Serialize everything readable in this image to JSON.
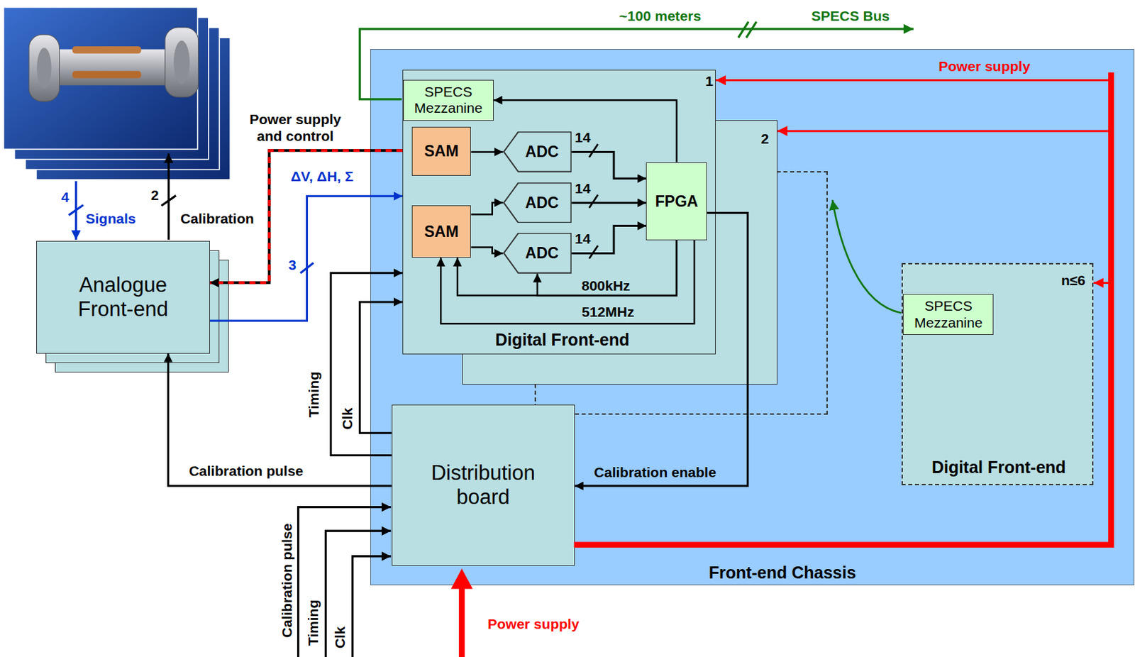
{
  "diagram": {
    "nodes": [
      {
        "text": [
          "Analogue Front-end"
        ]
      },
      {
        "text": [
          "Front-end Chassis"
        ]
      },
      {
        "text": [
          "1",
          "Digital Front-end"
        ],
        "in": 1
      },
      {
        "text": [
          "SPECS Mezzanine"
        ],
        "in": 2
      },
      {
        "text": [
          "SAM"
        ],
        "in": 2
      },
      {
        "text": [
          "ADC"
        ],
        "in": 2
      },
      {
        "text": [
          "SAM"
        ],
        "in": 2
      },
      {
        "text": [
          "ADC"
        ],
        "in": 2
      },
      {
        "text": [
          "ADC"
        ],
        "in": 2
      },
      {
        "text": [
          "FPGA"
        ],
        "in": 2
      },
      {
        "text": [
          "2"
        ],
        "in": 1
      },
      {
        "text": [
          "n≤6",
          "Digital Front-end"
        ],
        "in": 1
      },
      {
        "text": [
          "SPECS Mezzanine"
        ],
        "in": 11
      },
      {
        "text": [
          "Distribution board"
        ],
        "in": 1
      }
    ],
    "edges": [
      {
        "from": 9,
        "to": 3,
        "arrow": "to"
      },
      {
        "from": 4,
        "to": 5,
        "arrow": "to"
      },
      {
        "from": 6,
        "to": 7,
        "arrow": "to"
      },
      {
        "from": 6,
        "to": 8,
        "arrow": "to"
      },
      {
        "from": 5,
        "to": 9,
        "label": "14",
        "arrow": "to"
      },
      {
        "from": 7,
        "to": 9,
        "label": "14",
        "arrow": "to"
      },
      {
        "from": 8,
        "to": 9,
        "label": "14",
        "arrow": "to"
      },
      {
        "from": 9,
        "to": 6,
        "label": "800kHz",
        "arrow": "to"
      },
      {
        "from": 9,
        "to": 8,
        "arrow": "to"
      },
      {
        "from": 9,
        "to": 6,
        "label": "512MHz",
        "arrow": "to"
      },
      {
        "from": 2,
        "to": 0,
        "label": "Power supply and control",
        "arrow": "to"
      },
      {
        "from": 0,
        "to": 2,
        "label": "ΔV, ΔH, Σ",
        "arrow": "to"
      },
      {
        "from": 13,
        "to": 2,
        "label": "Timing",
        "arrow": "to"
      },
      {
        "from": 13,
        "to": 2,
        "label": "Clk",
        "arrow": "to"
      },
      {
        "from": 13,
        "to": 0,
        "label": "Calibration pulse",
        "arrow": "to"
      },
      {
        "from": 9,
        "to": 13,
        "label": "Calibration enable",
        "arrow": "to"
      },
      {
        "from": 13,
        "to": 2,
        "label": "Power supply",
        "arrow": "to"
      },
      {
        "from": 13,
        "to": 10,
        "arrow": "to"
      },
      {
        "from": 13,
        "to": 11,
        "arrow": "to"
      }
    ],
    "labels": [
      "~100 meters",
      "SPECS Bus",
      "4",
      "Signals",
      "2",
      "Calibration",
      "3",
      "Calibration pulse",
      "Timing",
      "Clk",
      "Power supply"
    ]
  }
}
